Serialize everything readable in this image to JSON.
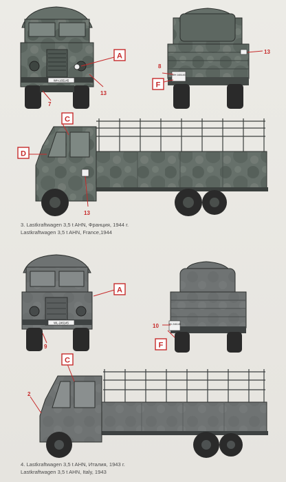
{
  "colors": {
    "accent": "#c62a2a",
    "vehicle_camo_1": "#5f6b64",
    "vehicle_camo_2": "#4b5550",
    "vehicle_grey": "#6e7272",
    "tire": "#2a2a2a"
  },
  "callout_letters": {
    "a": "A",
    "c": "C",
    "d": "D",
    "f": "F"
  },
  "callout_numbers": {
    "n2": "2",
    "n7": "7",
    "n8": "8",
    "n9": "9",
    "n10": "10",
    "n13": "13"
  },
  "plates": {
    "p1": "WH-165145",
    "p2": "WH 165145",
    "p3": "WL-246145",
    "p4": "WL 246145"
  },
  "captions": {
    "variant3": {
      "line1": "3. Lastkraftwagen 3,5 t AHN, Франция, 1944 г.",
      "line2": "Lastkraftwagen 3,5 t AHN, France,1944"
    },
    "variant4": {
      "line1": "4. Lastkraftwagen 3,5 t AHN, Италия, 1943 г.",
      "line2": "Lastkraftwagen 3,5 t AHN, Italy, 1943"
    }
  }
}
